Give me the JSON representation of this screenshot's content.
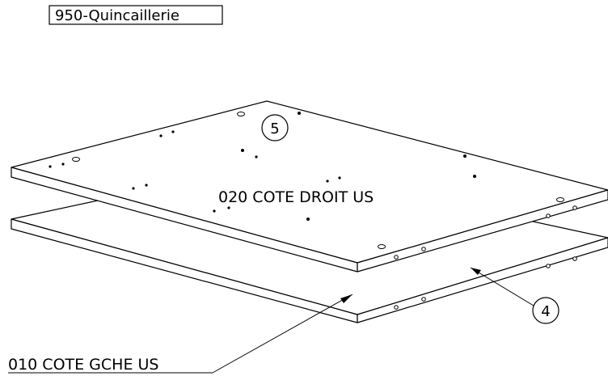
{
  "drawing": {
    "header_tag": "950-Quincaillerie",
    "top_panel_label": "020 COTE DROIT US",
    "bottom_panel_label": "010 COTE GCHE US",
    "balloon_top": "5",
    "balloon_bottom": "4"
  }
}
